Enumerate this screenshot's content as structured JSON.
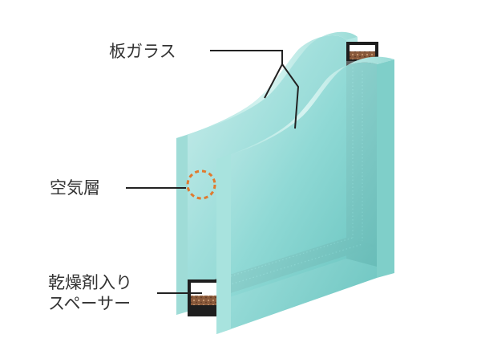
{
  "labels": {
    "glass_sheet": "板ガラス",
    "air_layer": "空気層",
    "spacer_line1": "乾燥剤入り",
    "spacer_line2": "スペーサー"
  }
}
